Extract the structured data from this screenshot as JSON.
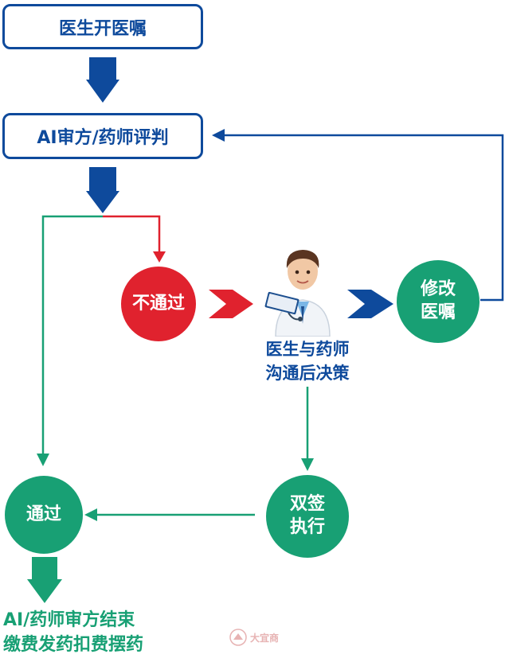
{
  "nodes": {
    "prescribe": "医生开医嘱",
    "review": "AI审方/药师评判",
    "fail": "不通过",
    "modify_line1": "修改",
    "modify_line2": "医嘱",
    "pass": "通过",
    "cosign_line1": "双签",
    "cosign_line2": "执行"
  },
  "doctor": {
    "icon": "doctor-icon",
    "label_line1": "医生与药师",
    "label_line2": "沟通后决策"
  },
  "end": {
    "line1": "AI/药师审方结束",
    "line2": "缴费发药扣费摆药"
  },
  "watermark": {
    "text": "大宜商"
  },
  "colors": {
    "blue": "#0e4a9c",
    "red": "#e0222e",
    "green": "#18a074"
  }
}
